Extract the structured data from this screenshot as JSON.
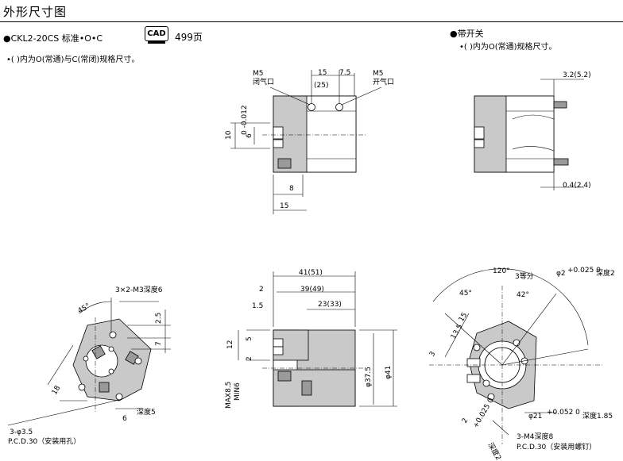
{
  "header": {
    "title": "外形尺寸图"
  },
  "model": {
    "name": "●CKL2-20CS 标准•O•C",
    "cad": "CAD",
    "page_ref": "499页"
  },
  "note_left": "•(  )内为O(常通)与C(常闭)规格尺寸。",
  "switch_section": {
    "title": "●带开关",
    "note": "•(  )内为O(常通)规格尺寸。"
  },
  "top_side": {
    "port_close": "M5",
    "port_close_label": "闭气口",
    "port_open": "M5",
    "port_open_label": "开气口",
    "d15": "15",
    "d7_5": "7.5",
    "d25": "(25)",
    "d10": "10",
    "d6": "6",
    "d8": "8",
    "d15b": "15",
    "tol": "0 -0.012"
  },
  "top_right": {
    "d3_2": "3.2(5.2)",
    "d0_4": "0.4(2.4)"
  },
  "bottom_left": {
    "m3": "3×2-M3深度6",
    "a45": "45°",
    "d2_5": "2.5",
    "d7": "7",
    "d18": "18",
    "d6": "6",
    "depth5": "深度5",
    "hole": "3-φ3.5",
    "pcd": "P.C.D.30（安装用孔）"
  },
  "bottom_mid": {
    "d41": "41(51)",
    "d2": "2",
    "d39": "39(49)",
    "d1_5": "1.5",
    "d23": "23(33)",
    "d12": "12",
    "d5": "5",
    "d2b": "2",
    "max": "MAX8.5",
    "min": "MIN6",
    "phi37": "φ37.5",
    "phi41": "φ41"
  },
  "bottom_right": {
    "a120": "120°",
    "eq3": "3等分",
    "phi2": "φ2",
    "tol2": "+0.025 0",
    "depth2": "深度2",
    "a45": "45°",
    "a42": "42°",
    "d15": "15",
    "d13_5": "13.5",
    "d3": "3",
    "phi21": "φ21",
    "tol21": "+0.052 0",
    "depth185": "深度1.85",
    "d2": "2",
    "tolb": "+0.025 0",
    "depth2b": "深度2",
    "m4": "3-M4深度8",
    "pcd": "P.C.D.30（安装用螺钉）"
  }
}
